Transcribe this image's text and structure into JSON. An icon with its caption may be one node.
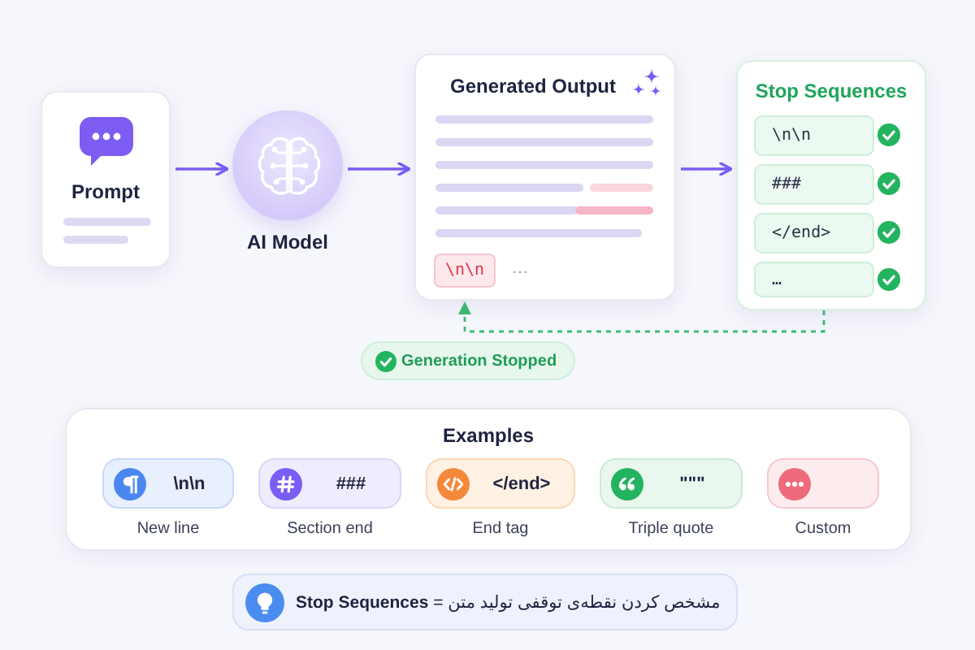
{
  "diagram": {
    "nodes": [
      {
        "text": [
          "Prompt"
        ]
      },
      {
        "text": [
          "AI Model"
        ]
      },
      {
        "text": [
          "Generated Output",
          "…"
        ]
      },
      {
        "text": [
          "\\n\\n"
        ],
        "in": 2
      },
      {
        "text": [
          "Stop Sequences"
        ]
      },
      {
        "text": [
          "\\n\\n"
        ],
        "in": 4
      },
      {
        "text": [
          "###"
        ],
        "in": 4
      },
      {
        "text": [
          "</end>"
        ],
        "in": 4
      },
      {
        "text": [
          "…"
        ],
        "in": 4
      },
      {
        "text": [
          "Generation Stopped"
        ]
      },
      {
        "text": [
          "Examples"
        ]
      },
      {
        "text": [
          "\\n\\n"
        ],
        "in": 10,
        "beside": [
          "New line"
        ]
      },
      {
        "text": [
          "###"
        ],
        "in": 10,
        "beside": [
          "Section end"
        ]
      },
      {
        "text": [
          "</end>"
        ],
        "in": 10,
        "beside": [
          "End tag"
        ]
      },
      {
        "text": [
          "\"\"\""
        ],
        "in": 10,
        "beside": [
          "Triple quote"
        ]
      },
      {
        "text": [],
        "shape": "box",
        "in": 10,
        "beside": [
          "Custom"
        ]
      },
      {
        "text": [
          "**Stop Sequences** = مشخص کردن نقطه‌ی توقفی تولید متن"
        ]
      }
    ],
    "edges": [
      {
        "from": 0,
        "to": 1,
        "arrow": "to"
      },
      {
        "from": 1,
        "to": 2,
        "arrow": "to"
      },
      {
        "from": 2,
        "to": 4,
        "arrow": "to"
      },
      {
        "from": 4,
        "to": 2,
        "arrow": "to",
        "style": "dashed",
        "color": "#3dbb72"
      }
    ]
  }
}
